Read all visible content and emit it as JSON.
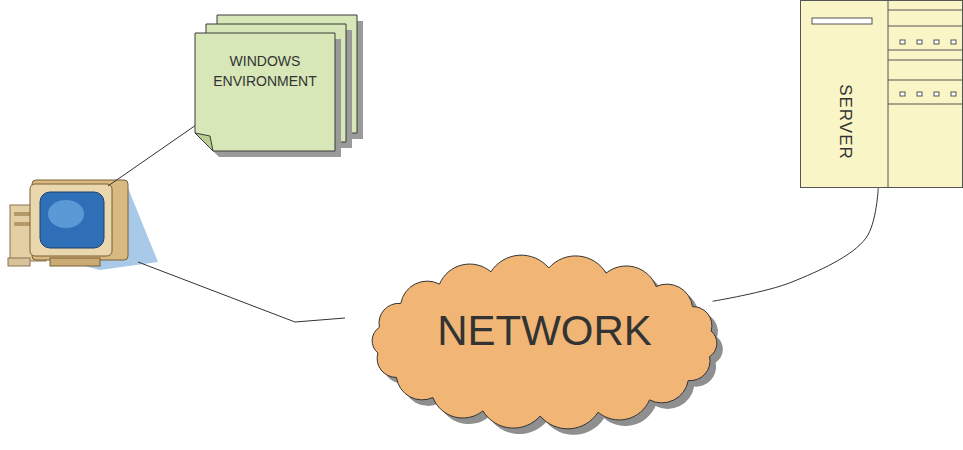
{
  "diagram": {
    "nodes": [
      {
        "text": [
          "WINDOWS ENVIRONMENT"
        ]
      },
      {
        "text": [
          "SERVER"
        ]
      },
      {
        "text": [
          "NETWORK"
        ]
      }
    ],
    "edges": [
      {
        "from": 1,
        "to": 2,
        "arrow": "none"
      }
    ]
  }
}
